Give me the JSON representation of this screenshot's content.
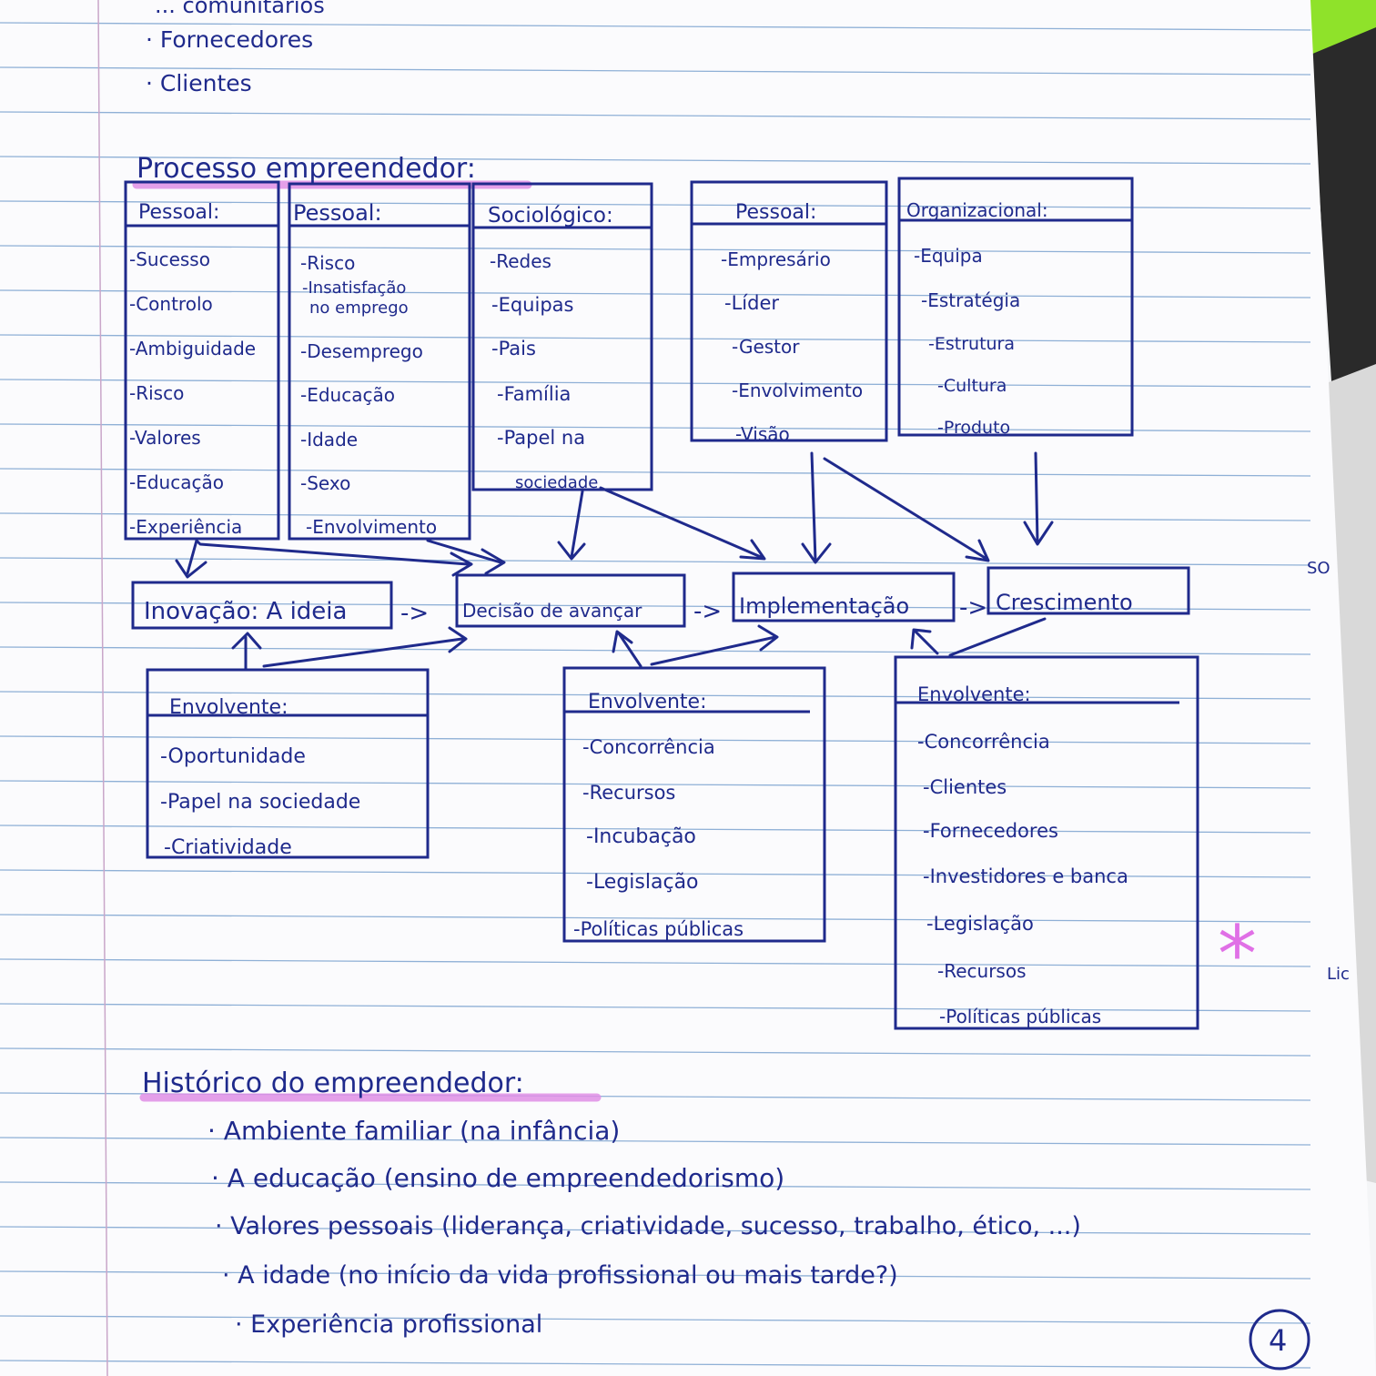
{
  "top_list": {
    "cut_item": "... comunitários",
    "items": [
      "· Fornecedores",
      "· Clientes"
    ]
  },
  "section_title": "Processo empreendedor:",
  "factor_boxes": [
    {
      "title": "Pessoal:",
      "items": [
        "-Sucesso",
        "-Controlo",
        "-Ambiguidade",
        "-Risco",
        "-Valores",
        "-Educação",
        "-Experiência"
      ]
    },
    {
      "title": "Pessoal:",
      "items": [
        "-Risco",
        "-Insatisfação",
        "no emprego",
        "-Desemprego",
        "-Educação",
        "-Idade",
        "-Sexo",
        "-Envolvimento"
      ]
    },
    {
      "title": "Sociológico:",
      "items": [
        "-Redes",
        "-Equipas",
        "-Pais",
        "-Família",
        "-Papel na",
        "sociedade"
      ]
    },
    {
      "title": "Pessoal:",
      "items": [
        "-Empresário",
        "-Líder",
        "-Gestor",
        "-Envolvimento",
        "-Visão"
      ]
    },
    {
      "title": "Organizacional:",
      "items": [
        "-Equipa",
        "-Estratégia",
        "-Estrutura",
        "-Cultura",
        "-Produto"
      ]
    }
  ],
  "stages": [
    "Inovação: A ideia",
    "Decisão de avançar",
    "Implementação",
    "Crescimento"
  ],
  "stage_arrow": "->",
  "env_boxes": [
    {
      "title": "Envolvente:",
      "items": [
        "-Oportunidade",
        "-Papel na sociedade",
        "-Criatividade"
      ]
    },
    {
      "title": "Envolvente:",
      "items": [
        "-Concorrência",
        "-Recursos",
        "-Incubação",
        "-Legislação",
        "-Políticas públicas"
      ]
    },
    {
      "title": "Envolvente:",
      "items": [
        "-Concorrência",
        "-Clientes",
        "-Fornecedores",
        "-Investidores e banca",
        "-Legislação",
        "-Recursos",
        "-Políticas públicas"
      ]
    }
  ],
  "history_title": "Histórico do empreendedor:",
  "history_items": [
    "· Ambiente familiar (na infância)",
    "· A educação (ensino de empreendedorismo)",
    "· Valores pessoais (liderança, criatividade, sucesso, trabalho, ético, ...)",
    "· A idade (no início da vida profissional ou mais tarde?)",
    "· Experiência profissional"
  ],
  "page_number": "4",
  "star_mark": "*",
  "side_fragments": [
    "SO",
    "Lic"
  ],
  "colors": {
    "ink": "#1f2a8c",
    "highlighter": "#e08fe6",
    "ruled_line": "#8fb0d6",
    "green_tab": "#8fe22a"
  }
}
